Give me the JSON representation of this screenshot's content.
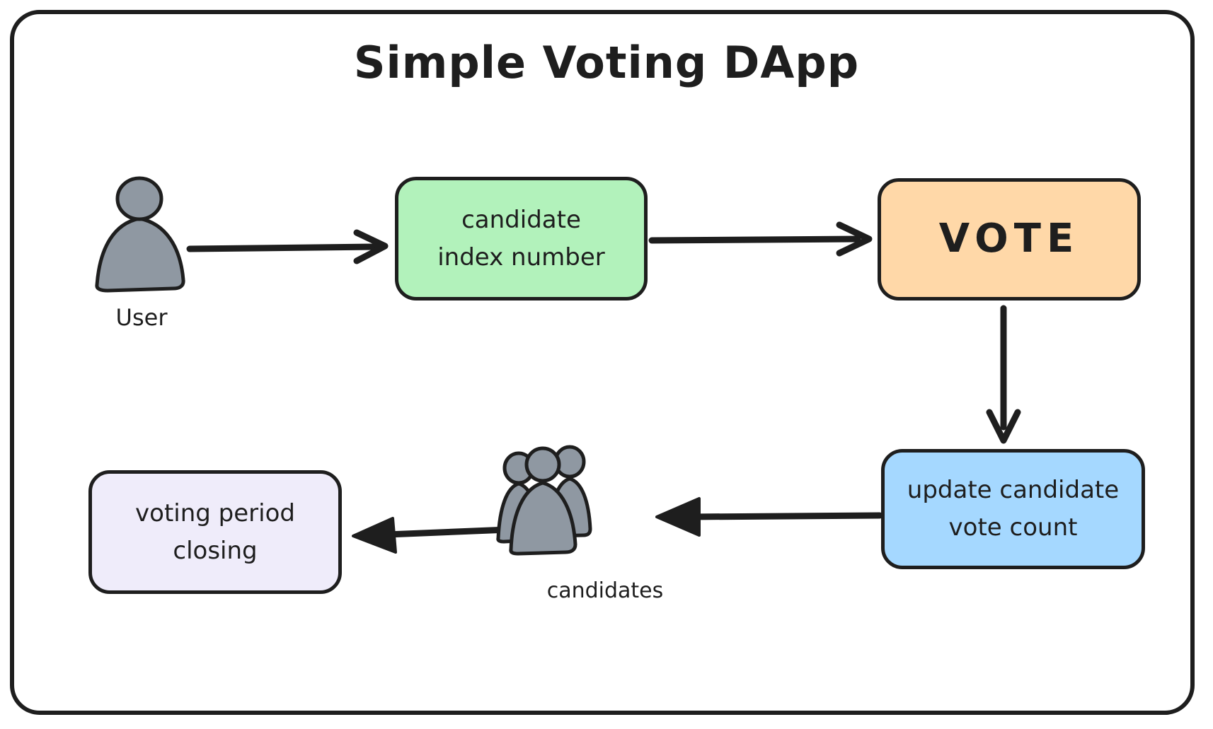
{
  "diagram": {
    "title": "Simple Voting DApp",
    "nodes": [
      {
        "id": "candidate-index-number",
        "lines": [
          "candidate",
          "index number"
        ],
        "fill": "#b2f2bb"
      },
      {
        "id": "vote",
        "lines": [
          "VOTE"
        ],
        "fill": "#ffd8a8"
      },
      {
        "id": "update-vote-count",
        "lines": [
          "update candidate",
          "vote count"
        ],
        "fill": "#a5d8ff"
      },
      {
        "id": "voting-period-closing",
        "lines": [
          "voting period",
          "closing"
        ],
        "fill": "#efecfa"
      }
    ],
    "actors": [
      {
        "id": "user",
        "label": "User",
        "icon": "user-icon"
      },
      {
        "id": "candidates",
        "label": "candidates",
        "icon": "candidates-group-icon"
      }
    ],
    "colors": {
      "stroke": "#1e1e1e",
      "background": "#ffffff",
      "person_fill": "#8f98a2",
      "green": "#b2f2bb",
      "orange": "#ffd8a8",
      "blue": "#a5d8ff",
      "lavender": "#efecfa"
    }
  }
}
